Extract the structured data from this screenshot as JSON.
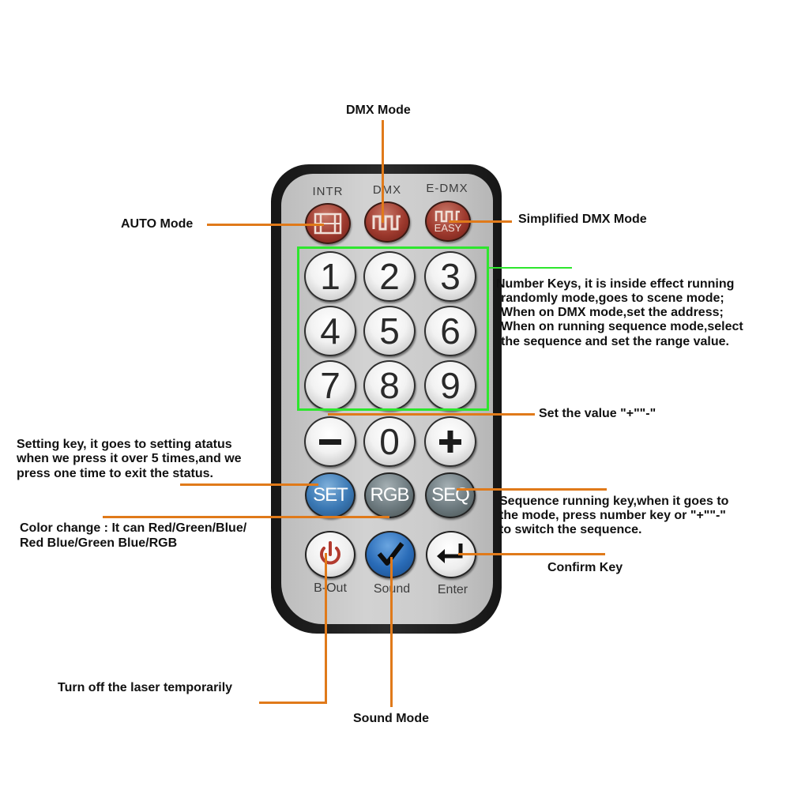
{
  "remote": {
    "top_labels": {
      "intr": "INTR",
      "dmx": "DMX",
      "edmx": "E-DMX"
    },
    "easy_text": "EASY",
    "number_keys": [
      "1",
      "2",
      "3",
      "4",
      "5",
      "6",
      "7",
      "8",
      "9"
    ],
    "zero_key": "0",
    "function_keys": {
      "set": "SET",
      "rgb": "RGB",
      "seq": "SEQ"
    },
    "bottom_labels": {
      "bout": "B-Out",
      "sound": "Sound",
      "enter": "Enter"
    },
    "icons": {
      "auto": "film-strip-icon",
      "dmx": "square-wave-icon",
      "edmx": "square-wave-easy-icon",
      "minus": "minus-icon",
      "plus": "plus-icon",
      "power": "power-icon",
      "sound": "checkmark-icon",
      "enter": "enter-arrow-icon"
    }
  },
  "annotations": {
    "dmx_mode": "DMX Mode",
    "auto_mode": "AUTO Mode",
    "simplified_dmx": "Simplified DMX Mode",
    "number_keys": [
      "Number Keys, it is inside effect running",
      "randomly mode,goes to scene mode;",
      "When on DMX mode,set the address;",
      "When on running sequence mode,select",
      "the sequence and set the range value."
    ],
    "set_value": "Set the value \"+\"\"-\"",
    "setting_key": [
      "Setting key, it goes to setting atatus",
      "when we press it over 5 times,and we",
      "press one time to exit the status."
    ],
    "sequence_key": [
      "Sequence running key,when it goes to",
      "the mode, press number key or \"+\"\"-\"",
      "to switch the sequence."
    ],
    "color_change": [
      "Color change : It can Red/Green/Blue/",
      "Red Blue/Green Blue/RGB"
    ],
    "confirm_key": "Confirm Key",
    "turn_off": "Turn off the laser temporarily",
    "sound_mode": "Sound Mode"
  },
  "colors": {
    "callout_line": "#e07a1a",
    "highlight_box": "#2ee62e",
    "set_button": "#3a78b4",
    "sound_button": "#2a6cb8",
    "mode_buttons": "#9e3a2e",
    "remote_body": "#1f1f1f",
    "remote_face": "#c8c8c8"
  }
}
